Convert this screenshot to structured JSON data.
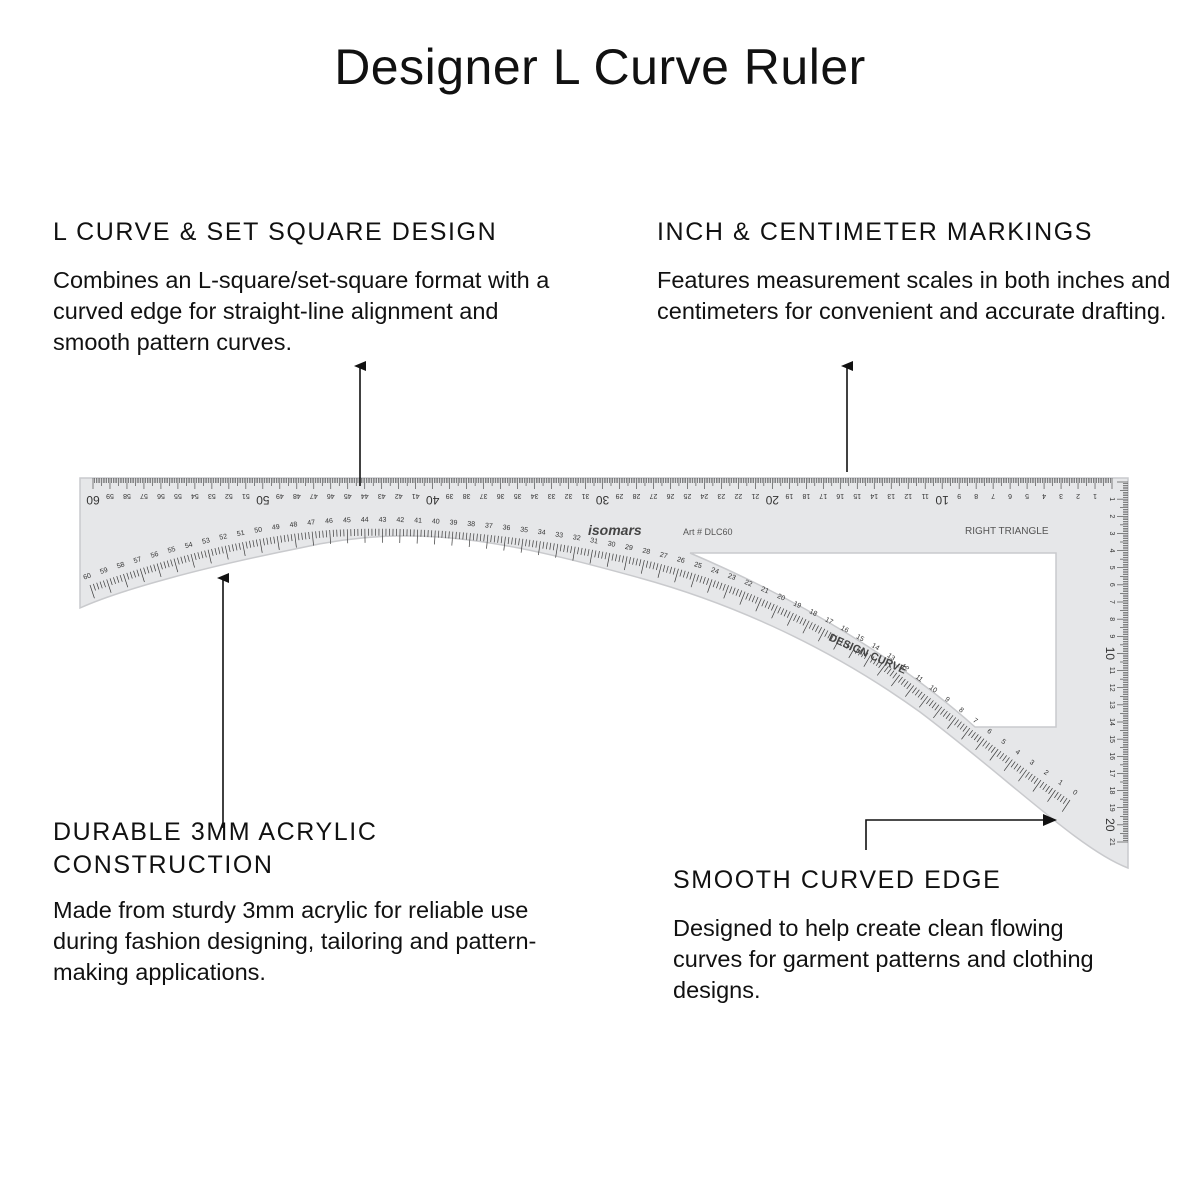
{
  "page": {
    "title": "Designer L Curve Ruler"
  },
  "features": {
    "curve_design": {
      "heading": "L CURVE & SET SQUARE DESIGN",
      "body": "Combines an L-square/set-square format with a curved edge for straight-line alignment and smooth pattern curves."
    },
    "markings": {
      "heading": "INCH & CENTIMETER MARKINGS",
      "body": "Features measurement scales in both inches and centimeters for convenient and accurate drafting."
    },
    "acrylic": {
      "heading": "DURABLE 3MM ACRYLIC CONSTRUCTION",
      "body": "Made from sturdy 3mm acrylic for reliable use during fashion designing, tailoring and pattern-making applications."
    },
    "edge": {
      "heading": "SMOOTH CURVED EDGE",
      "body": "Designed to help create clean flowing curves for garment patterns and clothing designs."
    }
  },
  "ruler": {
    "brand": "isomars",
    "art_number": "Art # DLC60",
    "triangle_label": "RIGHT TRIANGLE",
    "curve_label": "DESIGN CURVE",
    "top_scale_max_cm": 60,
    "side_scale_max_cm": 21,
    "curve_scale_max": 60,
    "colors": {
      "acrylic": "#e6e7e9",
      "acrylic_edge": "#c9cacd",
      "tick": "#3a3a3a",
      "arrow": "#111111"
    }
  }
}
